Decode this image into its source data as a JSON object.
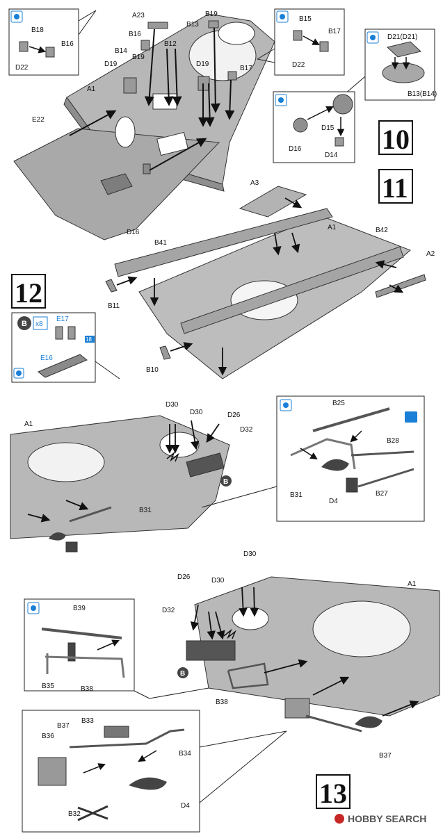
{
  "steps": {
    "s10": "10",
    "s11": "11",
    "s12": "12",
    "s13": "13"
  },
  "badge": {
    "letter": "B",
    "count": "x8",
    "chip": "18"
  },
  "parts": {
    "A23": "A23",
    "B19_top": "B19",
    "B13": "B13",
    "B16_main": "B16",
    "B12": "B12",
    "B14_main": "B14",
    "B19_main": "B19",
    "D19_a": "D19",
    "D19_b": "D19",
    "B17_main": "B17",
    "A1_top": "A1",
    "E22": "E22",
    "D16_main": "D16",
    "B18": "B18",
    "B16_inset": "B16",
    "D22_inset_a": "D22",
    "B15": "B15",
    "B17_inset": "B17",
    "D22_inset_b": "D22",
    "D21": "D21(D21)",
    "B13B14": "B13(B14)",
    "D15": "D15",
    "D16_inset": "D16",
    "D14": "D14",
    "A3": "A3",
    "A1_s11": "A1",
    "B42": "B42",
    "A2": "A2",
    "B41": "B41",
    "B11": "B11",
    "B10": "B10",
    "E17": "E17",
    "E16": "E16",
    "D30_a": "D30",
    "D30_b": "D30",
    "D26_s12": "D26",
    "D32_s12": "D32",
    "A1_s12": "A1",
    "B31_main": "B31",
    "B25": "B25",
    "B28": "B28",
    "B31_inset": "B31",
    "D4_inset": "D4",
    "B27": "B27",
    "D30_c": "D30",
    "D30_d": "D30",
    "D26_s13": "D26",
    "D32_s13": "D32",
    "A1_s13": "A1",
    "B38_main": "B38",
    "B37_main": "B37",
    "B39": "B39",
    "B35": "B35",
    "B38_inset": "B38",
    "B33": "B33",
    "B37_inset": "B37",
    "B36": "B36",
    "B34": "B34",
    "B32": "B32",
    "D4_bottom": "D4"
  },
  "watermark": "HOBBY SEARCH",
  "colors": {
    "part": "#b9b9b9",
    "part_dark": "#8c8c8c",
    "line": "#222222",
    "accent": "#1a7fd6"
  }
}
